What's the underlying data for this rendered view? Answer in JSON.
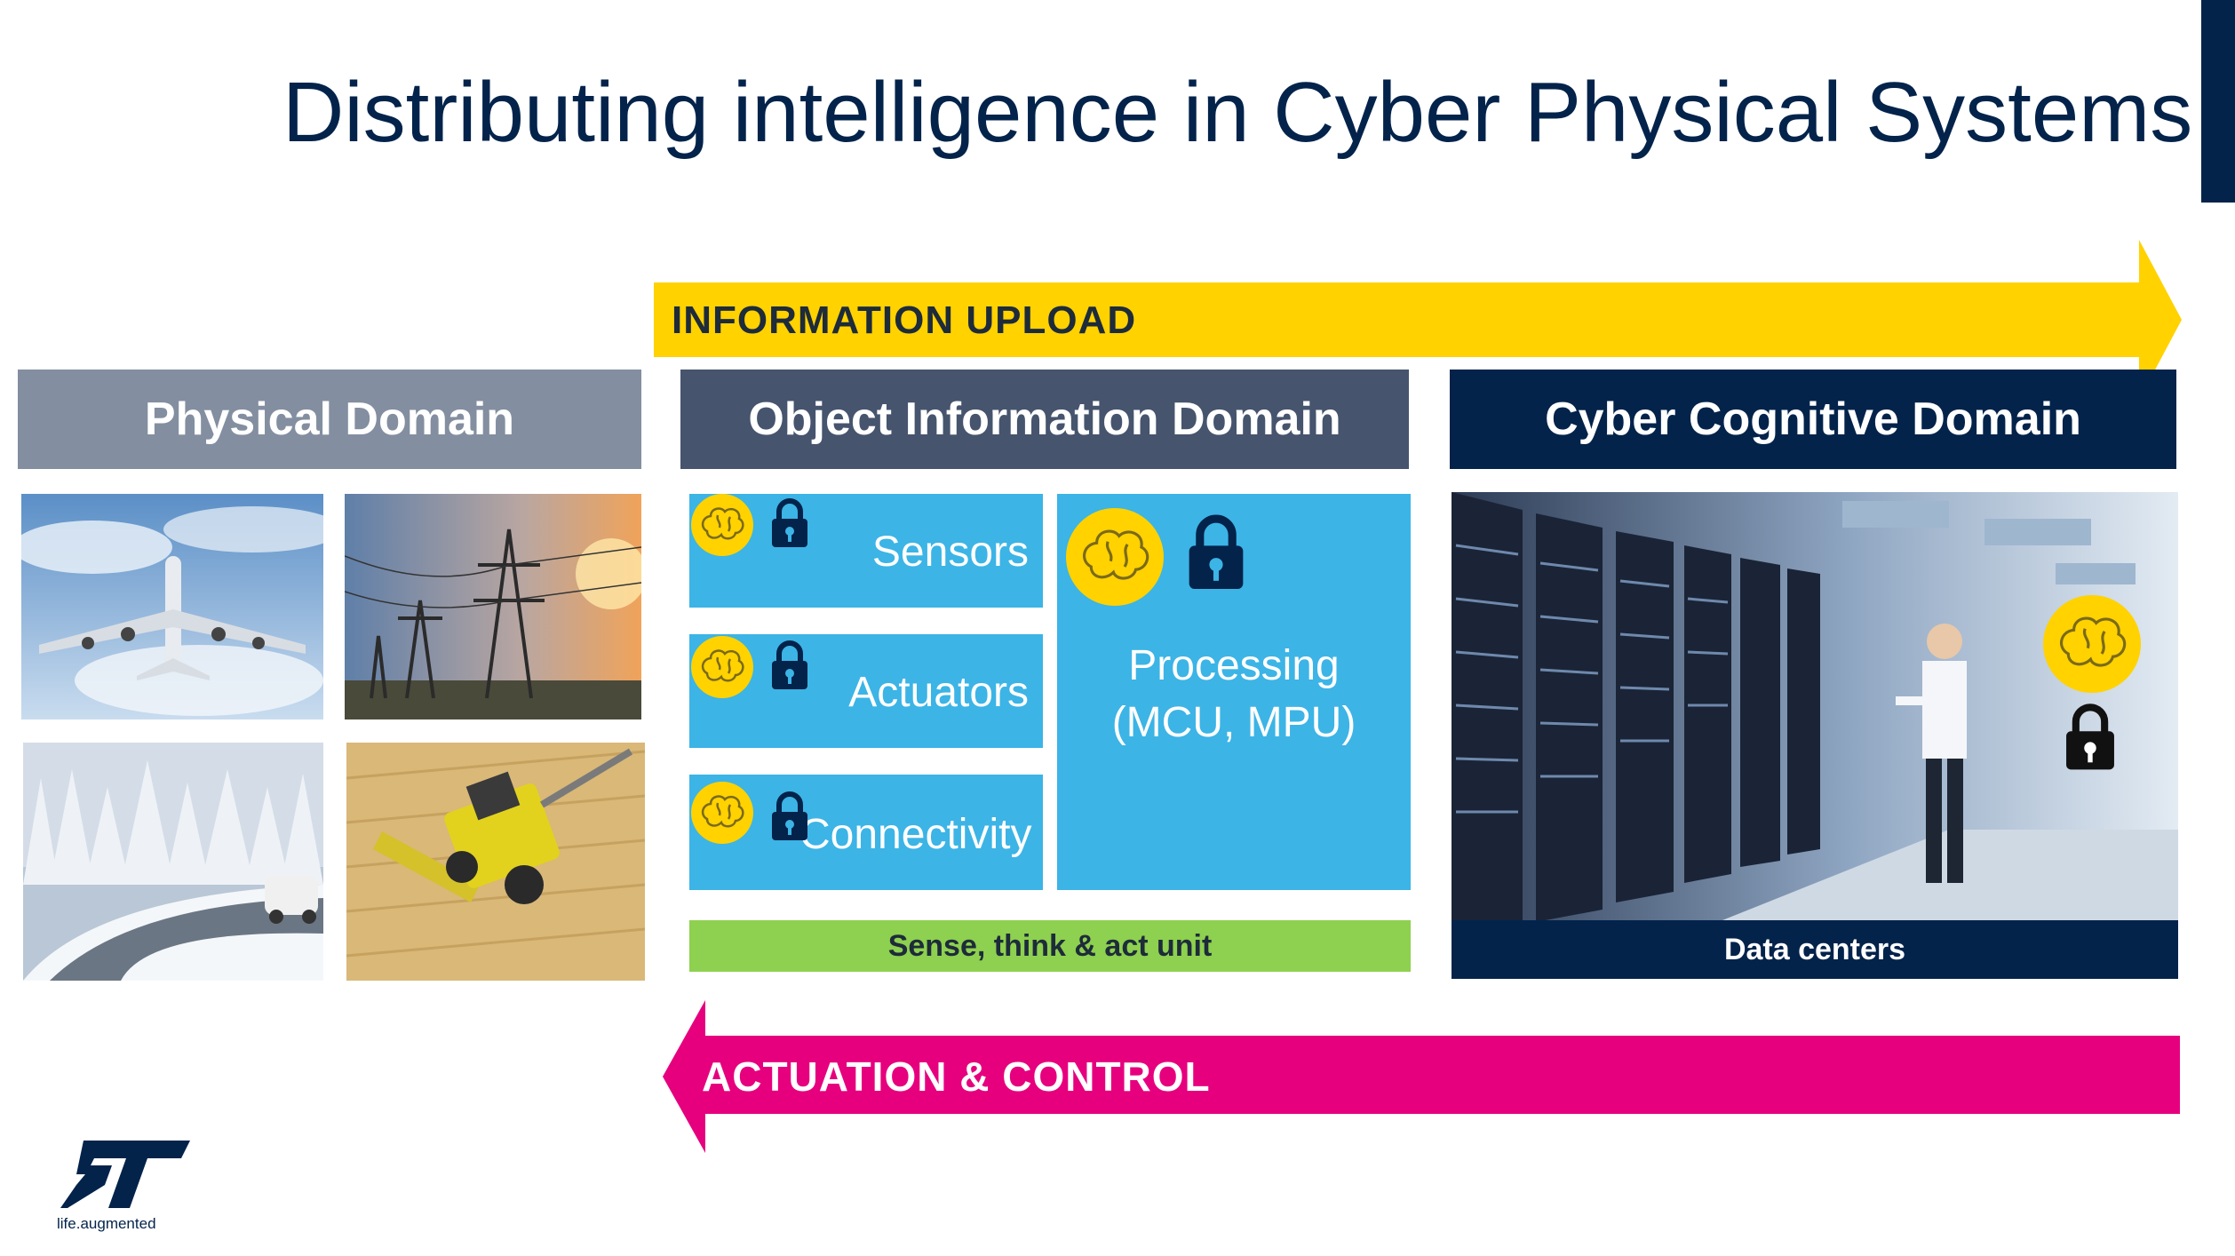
{
  "title": "Distributing intelligence in Cyber Physical Systems",
  "arrows": {
    "upload": "INFORMATION UPLOAD",
    "control": "ACTUATION & CONTROL"
  },
  "domains": {
    "physical": "Physical Domain",
    "object": "Object Information Domain",
    "cyber": "Cyber Cognitive Domain"
  },
  "object_blocks": {
    "sensors": "Sensors",
    "actuators": "Actuators",
    "connectivity": "Connectivity",
    "processing_line1": "Processing",
    "processing_line2": "(MCU, MPU)",
    "unit_label": "Sense, think & act unit"
  },
  "cyber_caption": "Data centers",
  "logo_tagline": "life.augmented",
  "colors": {
    "navy": "#03234b",
    "yellow": "#ffd200",
    "magenta": "#e6007e",
    "blue": "#3cb4e6",
    "green": "#8ed04f"
  },
  "icons": [
    "brain-icon",
    "lock-icon",
    "st-logo"
  ]
}
